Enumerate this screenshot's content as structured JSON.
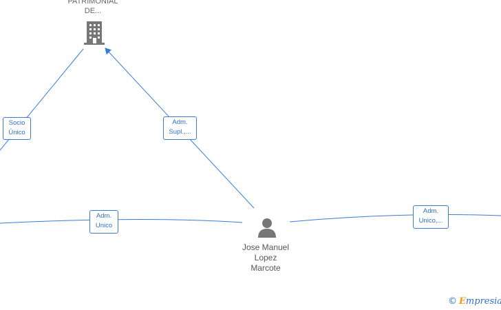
{
  "nodes": {
    "company": {
      "line1": "PATRIMONIAL",
      "line2": "DE..."
    },
    "person": {
      "line1": "Jose Manuel",
      "line2": "Lopez",
      "line3": "Marcote"
    }
  },
  "edges": {
    "socio_unico": {
      "line1": "Socio",
      "line2": "Único"
    },
    "adm_supl": {
      "line1": "Adm.",
      "line2": "Supl.,..."
    },
    "adm_unico_left": {
      "line1": "Adm.",
      "line2": "Unico"
    },
    "adm_unico_right": {
      "line1": "Adm.",
      "line2": "Unico,..."
    }
  },
  "watermark": {
    "copyright": "©",
    "brand_initial": "E",
    "brand_rest": "mpresia"
  },
  "colors": {
    "edge": "#3b7bd4",
    "icon": "#777777",
    "text": "#555555",
    "brand_accent": "#f19a1b"
  }
}
